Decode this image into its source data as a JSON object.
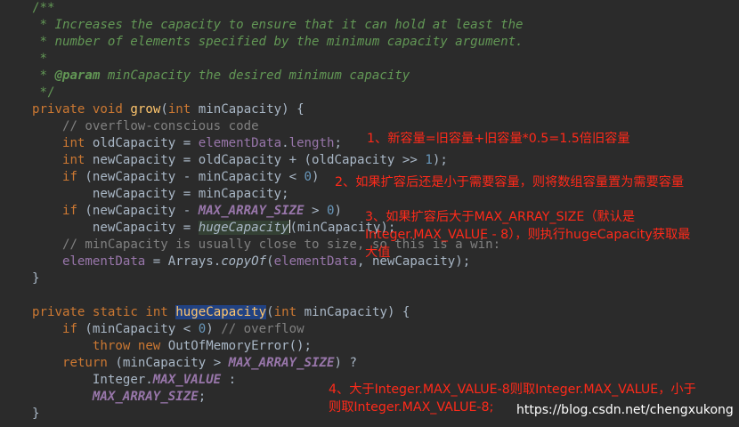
{
  "code": {
    "doc_open": "/**",
    "doc_line1": " * Increases the capacity to ensure that it can hold at least the",
    "doc_line2": " * number of elements specified by the minimum capacity argument.",
    "doc_line3": " *",
    "doc_line4_prefix": " * ",
    "doc_line4_tag": "@param",
    "doc_line4_rest": " minCapacity the desired minimum capacity",
    "doc_close": " */",
    "kw_private": "private",
    "kw_void": "void",
    "kw_int": "int",
    "kw_if": "if",
    "kw_static": "static",
    "kw_return": "return",
    "kw_throw": "throw",
    "kw_new": "new",
    "fn_grow": "grow",
    "fn_huge": "hugeCapacity",
    "var_min": "minCapacity",
    "var_old": "oldCapacity",
    "var_new": "newCapacity",
    "field_elementData": "elementData",
    "prop_length": "length",
    "const_max": "MAX_ARRAY_SIZE",
    "const_maxvalue": "MAX_VALUE",
    "class_arrays": "Arrays",
    "method_copyOf": "copyOf",
    "class_integer": "Integer",
    "class_oom": "OutOfMemoryError",
    "num_zero": "0",
    "num_one": "1",
    "comment_overflow_conscious": "// overflow-conscious code",
    "comment_mincap": "// minCapacity is usually close to size, so this is a win:",
    "comment_overflow": "// overflow",
    "open_brace": "{",
    "close_brace": "}"
  },
  "annotations": {
    "a1": "1、新容量=旧容量+旧容量*0.5=1.5倍旧容量",
    "a2": "2、如果扩容后还是小于需要容量，则将数组容量置为需要容量",
    "a3_line1": "3、如果扩容后大于MAX_ARRAY_SIZE（默认是",
    "a3_line2": "Integer.MAX_VALUE - 8），则执行hugeCapacity获取最",
    "a3_line3": "大值",
    "a4_line1": "4、大于Integer.MAX_VALUE-8则取Integer.MAX_VALUE，小于",
    "a4_line2": "则取Integer.MAX_VALUE-8;"
  },
  "watermark": "https://blog.csdn.net/chengxukong",
  "colors": {
    "background": "#2b2b2b",
    "keyword": "#cc7832",
    "method": "#ffc66d",
    "field": "#9876aa",
    "number": "#6897bb",
    "comment": "#808080",
    "doc_comment": "#629755",
    "annotation": "#ff2a1a"
  }
}
